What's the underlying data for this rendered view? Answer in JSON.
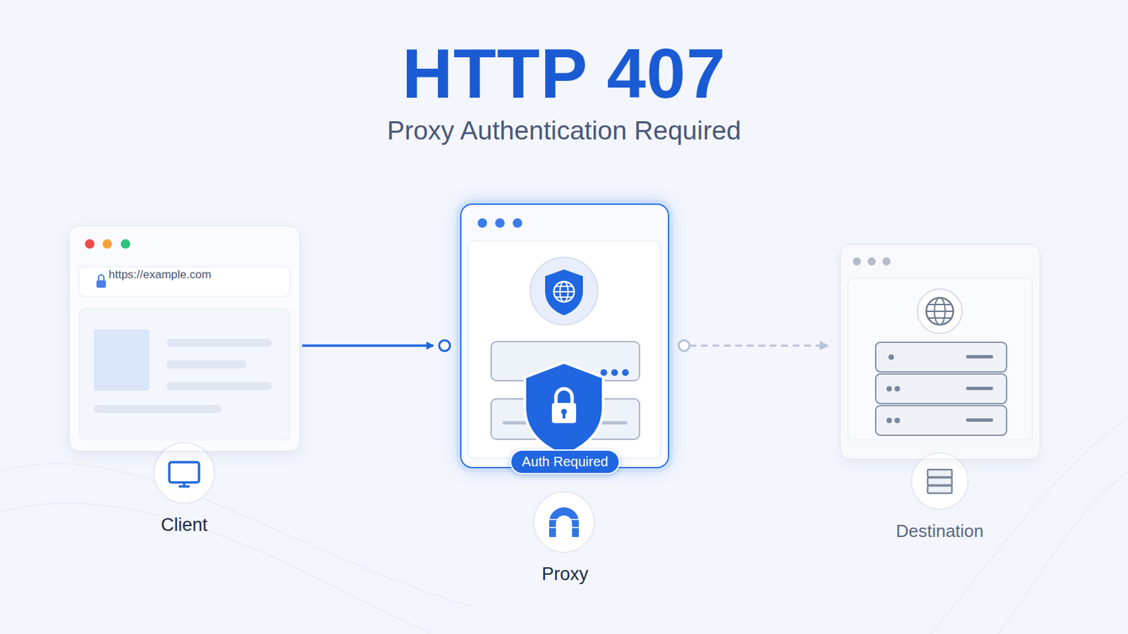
{
  "diagram": {
    "title": "HTTP 407",
    "nodes": [
      {
        "text": [
          "https://example.com",
          "Client"
        ]
      },
      {
        "text": [
          "Auth Required",
          "Proxy"
        ]
      },
      {
        "text": [
          "Destination"
        ]
      }
    ],
    "edges": [
      {
        "from": 0,
        "to": 1,
        "arrow": "to"
      },
      {
        "from": 1,
        "to": 2,
        "arrow": "to"
      }
    ],
    "labels": [
      "Proxy Authentication Required"
    ]
  }
}
